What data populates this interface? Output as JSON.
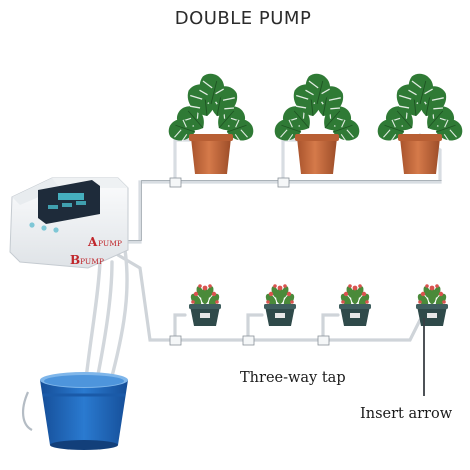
{
  "title": "DOUBLE PUMP",
  "ports": {
    "a_letter": "A",
    "a_word": "PUMP",
    "b_letter": "B",
    "b_word": "PUMP"
  },
  "labels": {
    "three_way_tap": "Three-way tap",
    "insert_arrow": "Insert arrow"
  },
  "colors": {
    "pot": "#c86a3c",
    "leaf": "#2f7a35",
    "pump_body": "#f2f4f6",
    "screen": "#1e2b3a",
    "bucket": "#1f63b8",
    "succulent_pot": "#2f4a4a",
    "port_label": "#c0262b"
  }
}
